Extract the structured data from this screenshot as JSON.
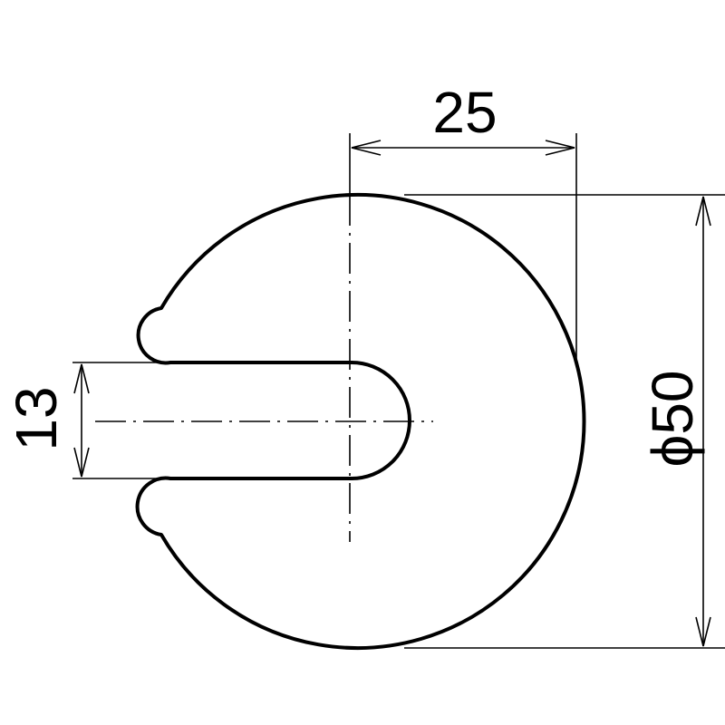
{
  "drawing": {
    "dimensions": {
      "width_label": "25",
      "slot_label": "13",
      "diameter_label": "ϕ50"
    }
  }
}
